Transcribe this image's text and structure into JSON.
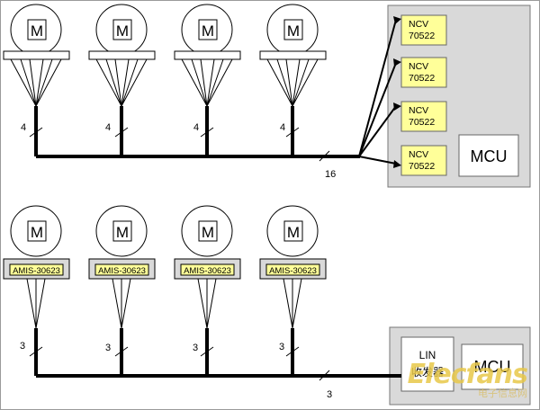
{
  "top_system": {
    "motor_label": "M",
    "bus_counts": [
      "4",
      "4",
      "4",
      "4"
    ],
    "trunk_count": "16",
    "drivers": [
      {
        "line1": "NCV",
        "line2": "70522"
      },
      {
        "line1": "NCV",
        "line2": "70522"
      },
      {
        "line1": "NCV",
        "line2": "70522"
      },
      {
        "line1": "NCV",
        "line2": "70522"
      }
    ],
    "controller": "MCU"
  },
  "bottom_system": {
    "motor_label": "M",
    "driver_chip": "AMIS-30623",
    "bus_counts": [
      "3",
      "3",
      "3",
      "3"
    ],
    "trunk_count": "3",
    "transceiver": {
      "line1": "LIN",
      "line2": "收发器"
    },
    "controller": "MCU"
  },
  "watermark": {
    "brand": "Elecfans",
    "site": "电子信息网"
  },
  "colors": {
    "chip_fill": "#ffff99",
    "panel_fill": "#d9d9d9",
    "line": "#000000"
  }
}
